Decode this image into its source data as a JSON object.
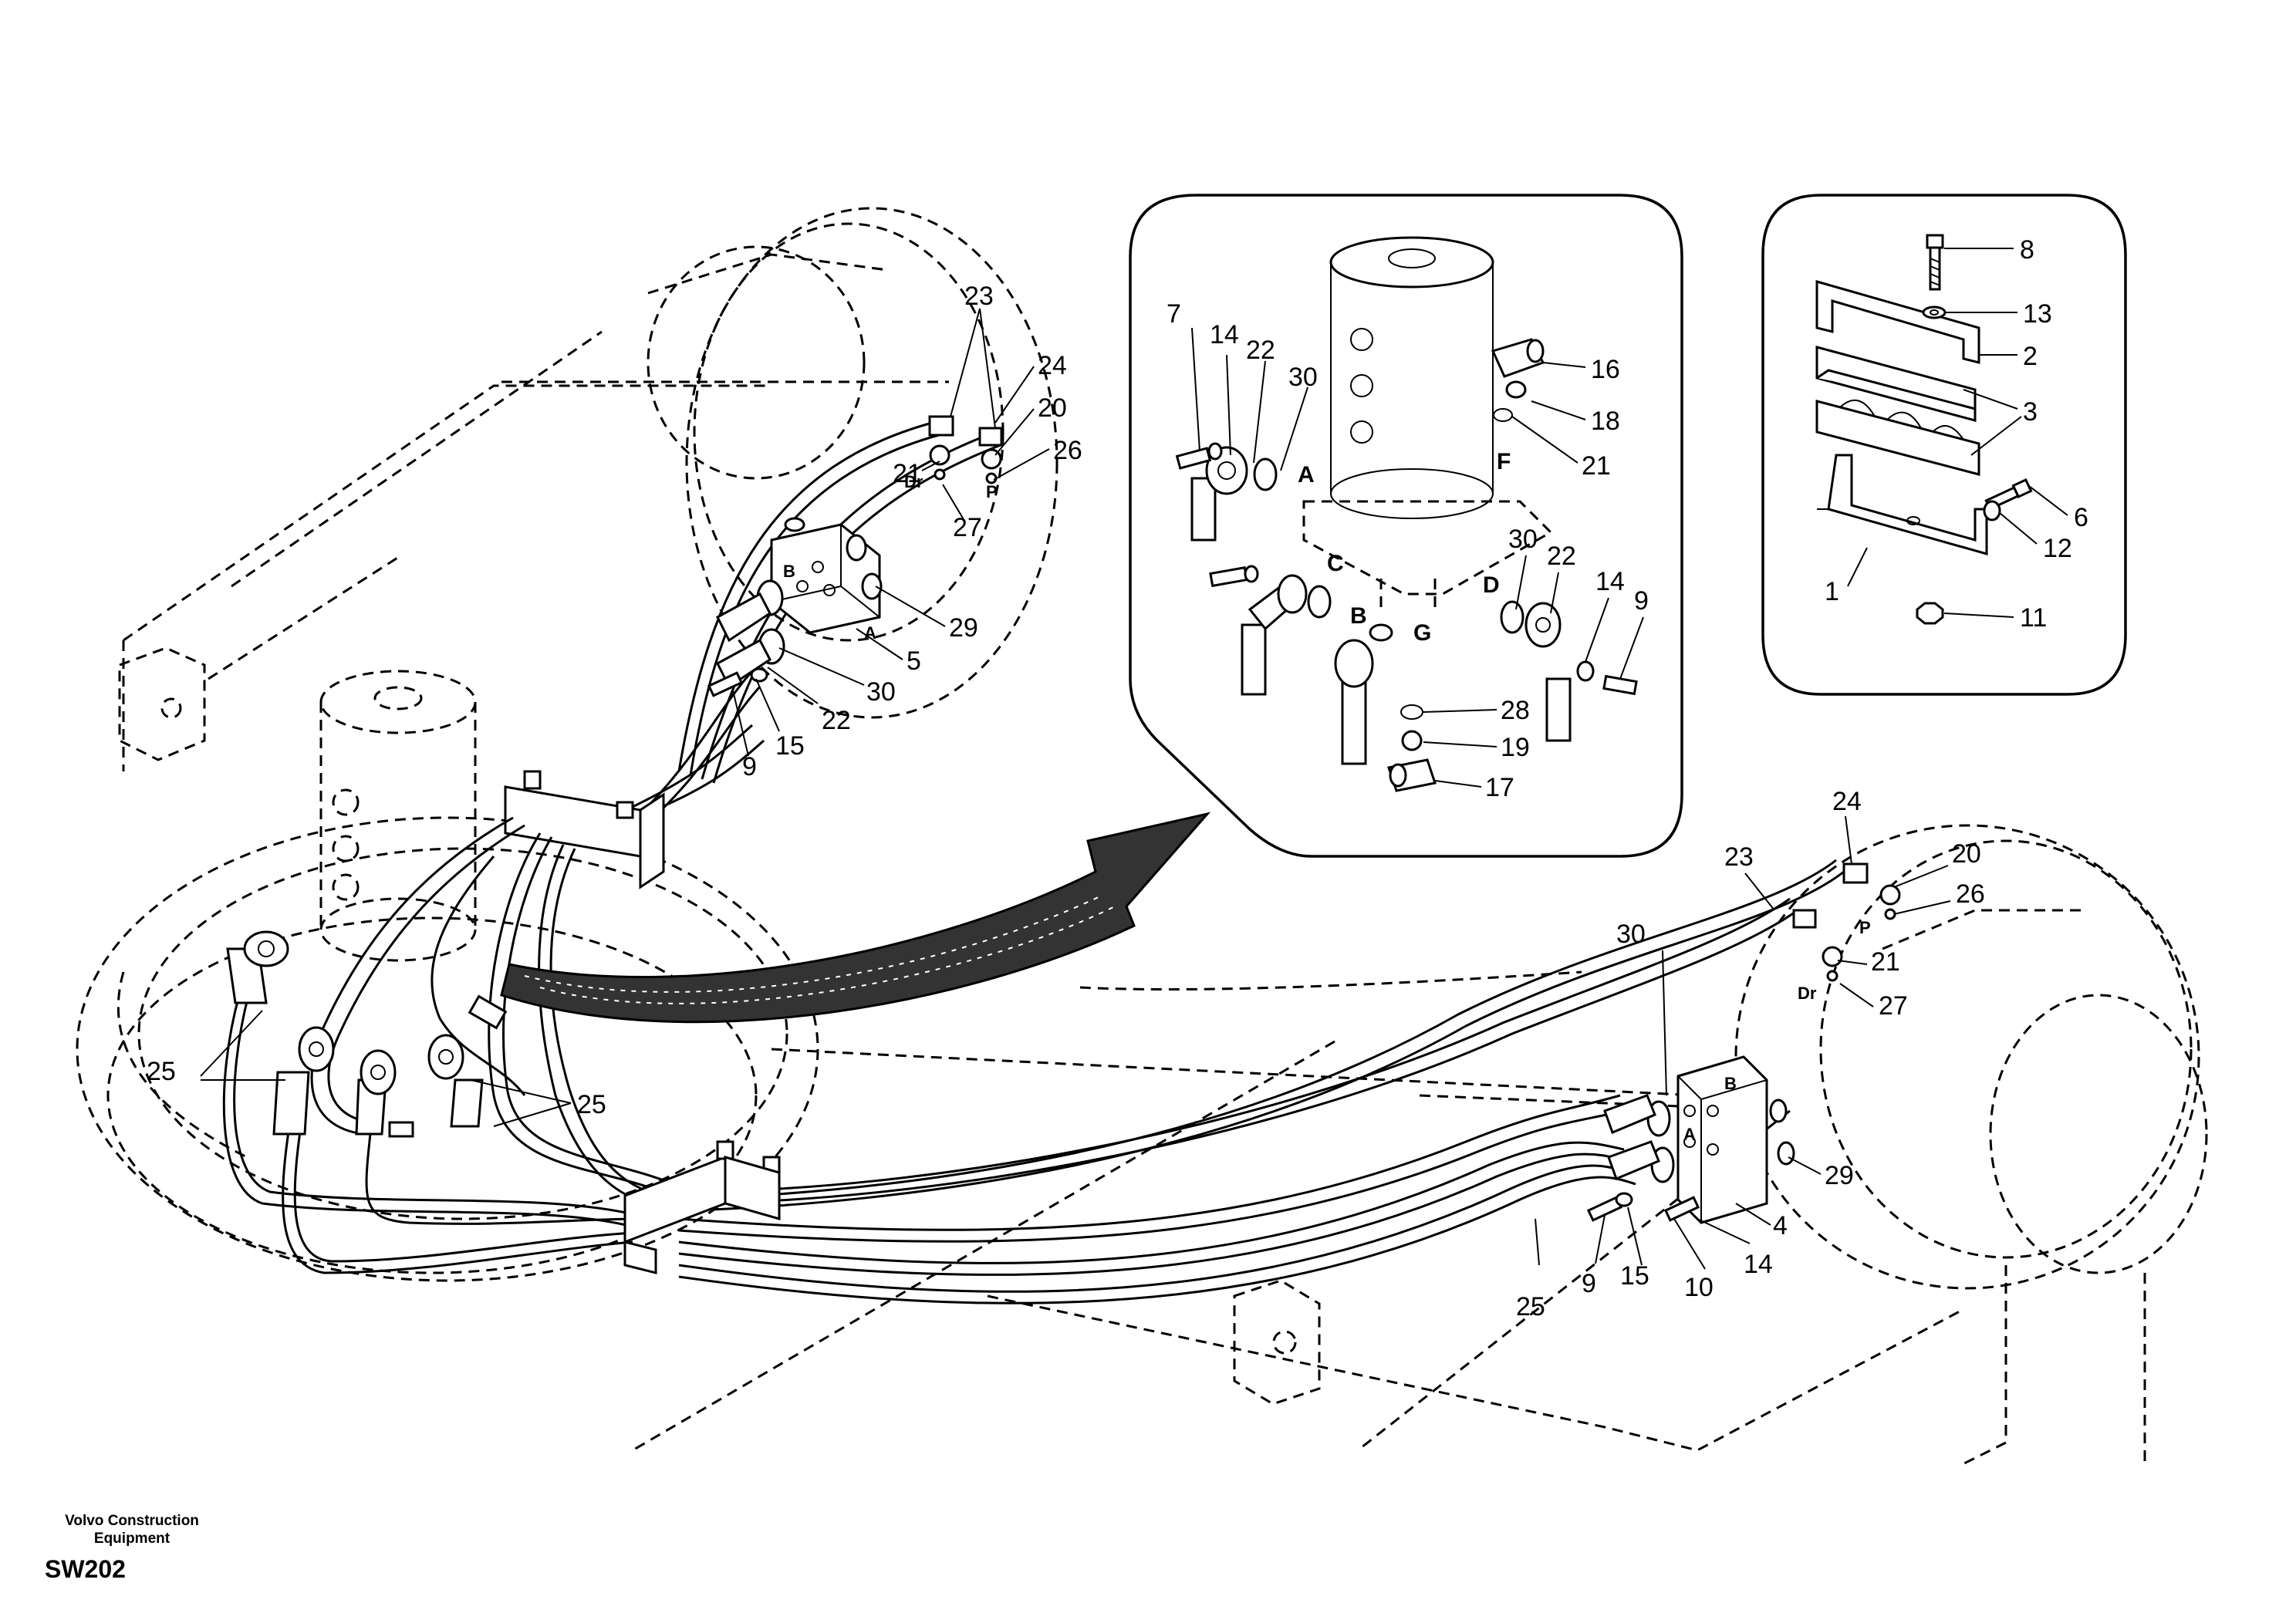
{
  "footer": {
    "company_line1": "Volvo Construction",
    "company_line2": "Equipment",
    "code": "SW202"
  },
  "callouts": {
    "main_left": [
      "23",
      "24",
      "20",
      "26",
      "21",
      "27",
      "29",
      "5",
      "30",
      "22",
      "15",
      "9",
      "25",
      "25"
    ],
    "main_left_ports": [
      "Dr",
      "P",
      "B",
      "A"
    ],
    "main_right": [
      "24",
      "23",
      "20",
      "26",
      "30",
      "21",
      "27",
      "29",
      "4",
      "14",
      "10",
      "15",
      "9",
      "25"
    ],
    "main_right_ports": [
      "P",
      "Dr",
      "B",
      "A"
    ],
    "detail_swivel": [
      "7",
      "14",
      "22",
      "30",
      "16",
      "18",
      "21",
      "30",
      "22",
      "14",
      "9",
      "28",
      "19",
      "17"
    ],
    "detail_swivel_ports": [
      "A",
      "F",
      "C",
      "D",
      "B",
      "G"
    ],
    "detail_clamp": [
      "8",
      "13",
      "2",
      "3",
      "6",
      "12",
      "1",
      "11"
    ]
  }
}
